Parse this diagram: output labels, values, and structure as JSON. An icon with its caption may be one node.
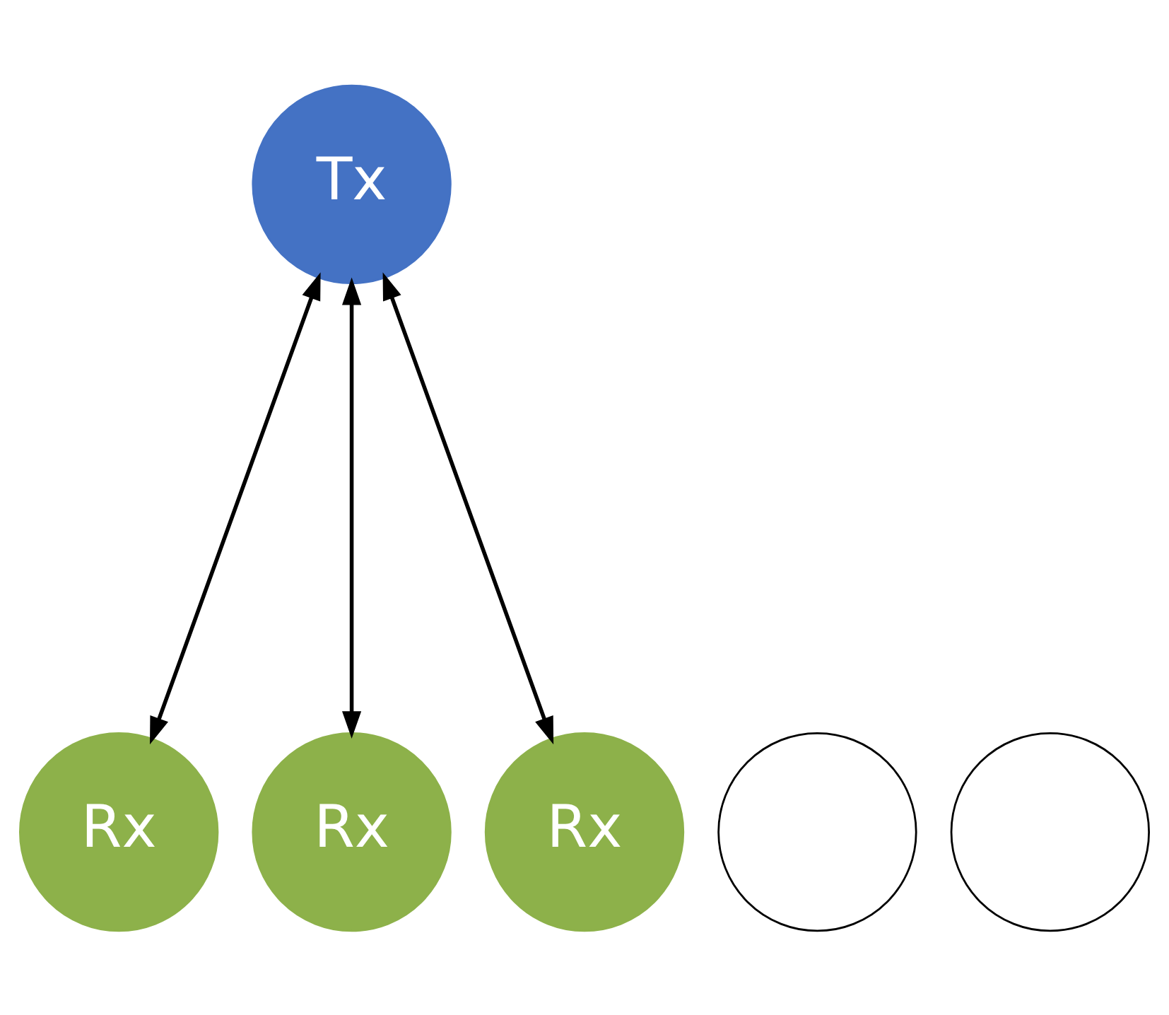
{
  "diagram": {
    "nodes": [
      {
        "text": [
          "Tx"
        ]
      },
      {
        "text": [
          "Rx"
        ]
      },
      {
        "text": [],
        "shape": "circle"
      },
      {
        "text": [
          "Rx"
        ]
      },
      {
        "text": [],
        "shape": "circle"
      },
      {
        "text": [
          "Rx"
        ]
      }
    ],
    "edges": [
      {
        "from": 0,
        "to": 1,
        "arrow": "both"
      },
      {
        "from": 0,
        "to": 3,
        "arrow": "both"
      },
      {
        "from": 0,
        "to": 5,
        "arrow": "both"
      }
    ]
  }
}
